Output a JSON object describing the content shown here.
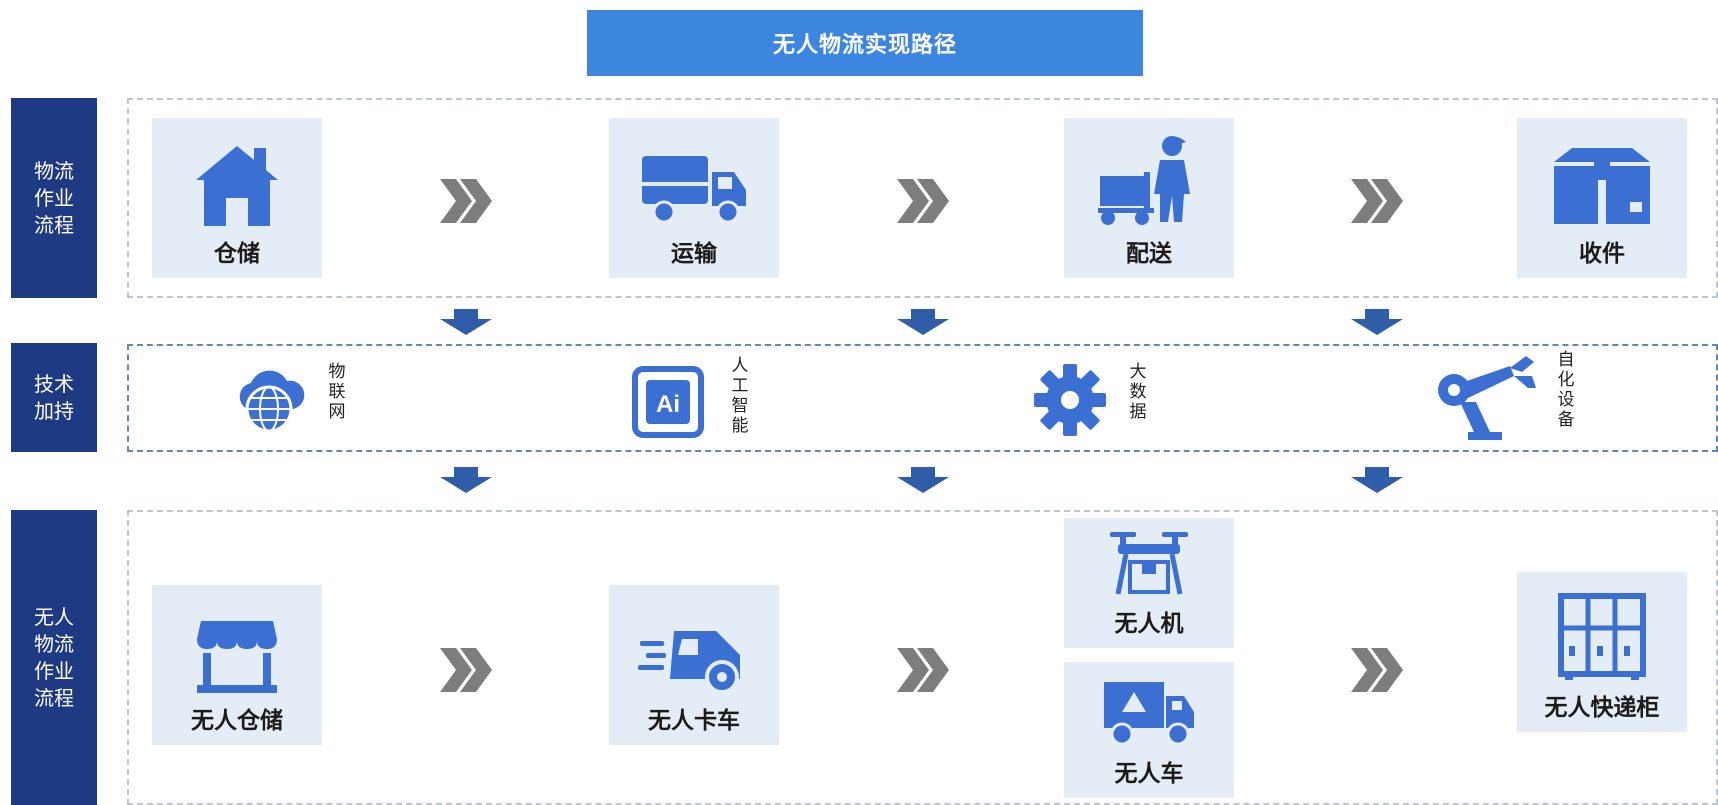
{
  "title": "无人物流实现路径",
  "rows": {
    "process": {
      "label": [
        "物流",
        "作业",
        "流程"
      ]
    },
    "tech": {
      "label": [
        "技术",
        "加持"
      ]
    },
    "unmanned": {
      "label": [
        "无人",
        "物流",
        "作业",
        "流程"
      ]
    }
  },
  "process_steps": [
    {
      "label": "仓储",
      "icon": "warehouse-house-icon"
    },
    {
      "label": "运输",
      "icon": "truck-icon"
    },
    {
      "label": "配送",
      "icon": "delivery-person-cart-icon"
    },
    {
      "label": "收件",
      "icon": "package-box-icon"
    }
  ],
  "tech_items": [
    {
      "label": [
        "物",
        "联",
        "网"
      ],
      "icon": "iot-cloud-globe-icon"
    },
    {
      "label": [
        "人",
        "工",
        "智",
        "能"
      ],
      "icon": "ai-chip-icon"
    },
    {
      "label": [
        "大",
        "数",
        "据"
      ],
      "icon": "gear-icon"
    },
    {
      "label": [
        "自",
        "化",
        "设",
        "备"
      ],
      "icon": "robot-arm-icon"
    }
  ],
  "unmanned_steps": [
    {
      "label": "无人仓储",
      "icon": "storefront-icon"
    },
    {
      "label": "无人卡车",
      "icon": "fast-truck-icon"
    },
    {
      "label": "无人机",
      "icon": "drone-icon"
    },
    {
      "label": "无人车",
      "icon": "unmanned-vehicle-icon"
    },
    {
      "label": "无人快递柜",
      "icon": "parcel-locker-icon"
    }
  ],
  "colors": {
    "title_bg": "#3d86e0",
    "side_label_bg": "#1e3a82",
    "card_bg": "#e4ecf6",
    "icon_blue": "#3b6fd1",
    "arrow_blue": "#2f5da8",
    "chevron_gray": "#7d7d7d"
  }
}
